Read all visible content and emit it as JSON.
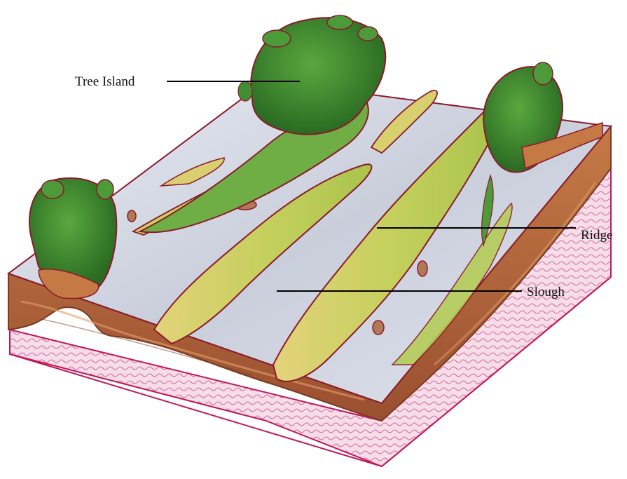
{
  "labels": {
    "tree_island": "Tree Island",
    "ridge": "Ridge",
    "slough": "Slough"
  },
  "colors": {
    "background": "#ffffff",
    "soil": "#b0643a",
    "soil_dark": "#7a3a20",
    "bedrock": "#f4d9e6",
    "bedrock_line": "#c2185b",
    "water": "#d9dde8",
    "ridge": "#c9d46a",
    "tree": "#3f8f32",
    "tree_dark": "#2a6a22",
    "outline": "#8b1a2a",
    "leader": "#000000"
  }
}
